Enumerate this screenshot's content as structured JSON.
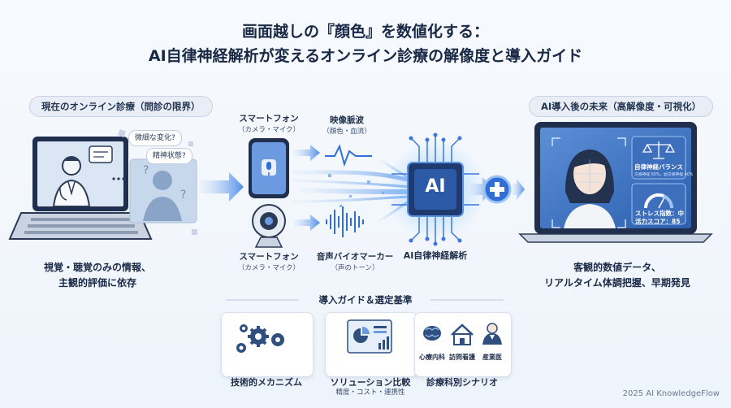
{
  "title": {
    "line1": "画面越しの『顔色』を数値化する：",
    "line2": "AI自律神経解析が変えるオンライン診療の解像度と導入ガイド"
  },
  "left": {
    "header": "現在のオンライン診療（問診の限界）",
    "bubble1": "微細な変化?",
    "bubble2": "精神状態?",
    "caption1": "視覚・聴覚のみの情報、",
    "caption2": "主観的評価に依存"
  },
  "center": {
    "phone_label": "スマートフォン",
    "phone_sub": "（カメラ・マイク）",
    "pulse_label": "映像脈波",
    "pulse_sub": "（顔色・血流）",
    "webcam_label": "スマートフォン",
    "webcam_sub": "（カメラ・マイク）",
    "voice_label": "音声バイオマーカー",
    "voice_sub": "（声のトーン）",
    "chip_text": "AI",
    "chip_label": "AI自律神経解析"
  },
  "right": {
    "header": "AI導入後の未来（高解像度・可視化）",
    "balance_title": "自律神経バランス",
    "balance_detail": "交感神経 60%，副交感神経 40%",
    "stress": "ストレス指数：中",
    "vitality": "活力スコア：85",
    "caption1": "客観的数値データ、",
    "caption2": "リアルタイム体調把握、早期発見"
  },
  "guide": {
    "header": "導入ガイド＆選定基準",
    "card1": "技術的メカニズム",
    "card2": "ソリューション比較",
    "card2_sub": "精度・コスト・連携性",
    "card3": "診療科別シナリオ",
    "dept1": "心療内科",
    "dept2": "訪問看護",
    "dept3": "産業医"
  },
  "footer": "2025 AI KnowledgeFlow",
  "colors": {
    "accent": "#2f6fd6",
    "navy": "#182845",
    "light_blue": "#bcd3f3"
  }
}
